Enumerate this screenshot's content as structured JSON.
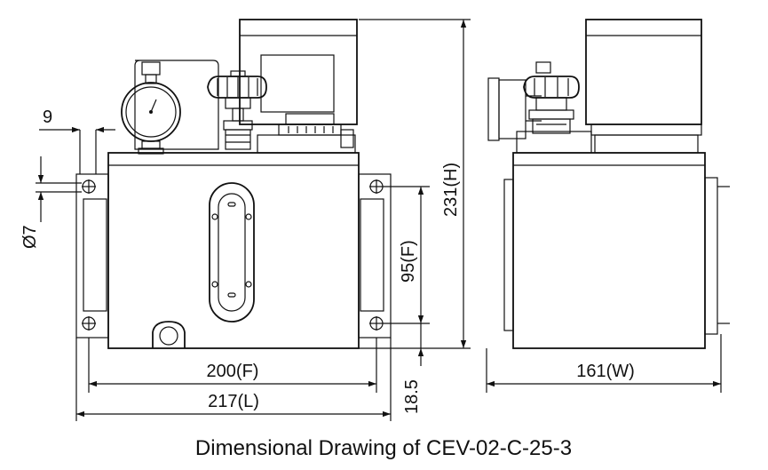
{
  "caption": "Dimensional Drawing of CEV-02-C-25-3",
  "dimensions": {
    "bolt_spacing_horizontal": "200(F)",
    "overall_length": "217(L)",
    "bolt_spacing_vertical": "95(F)",
    "overall_height": "231(H)",
    "base_offset": "18.5",
    "overall_width": "161(W)",
    "tab_thickness": "9",
    "hole_diameter": "Ø7"
  }
}
